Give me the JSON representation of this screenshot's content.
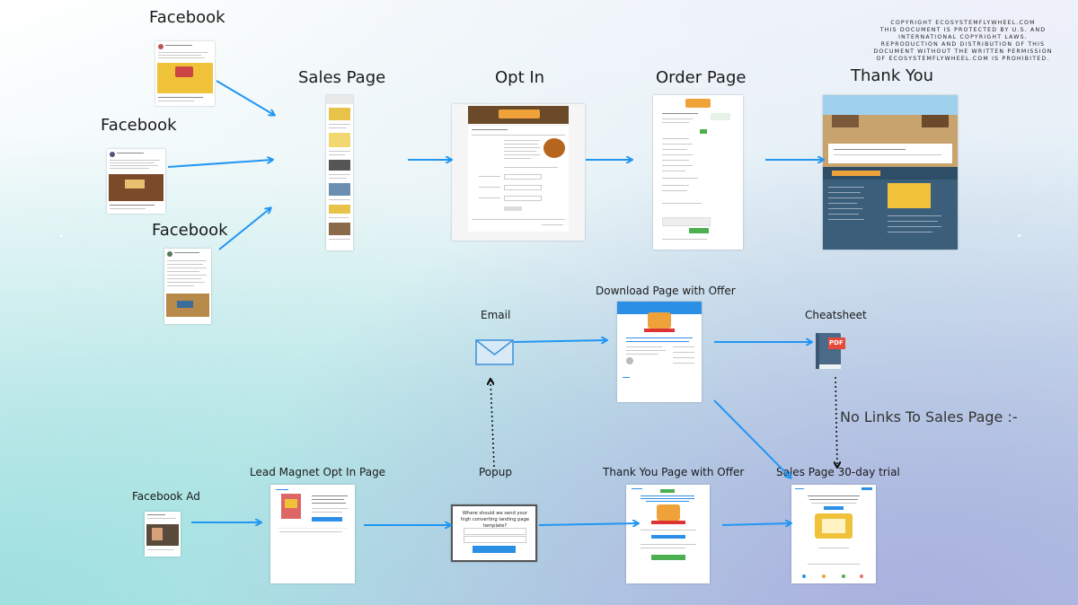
{
  "copyright": [
    "COPYRIGHT ECOSYSTEMFLYWHEEL.COM",
    "THIS DOCUMENT IS PROTECTED BY U.S. AND",
    "INTERNATIONAL COPYRIGHT LAWS.",
    "REPRODUCTION AND DISTRIBUTION OF THIS",
    "DOCUMENT WITHOUT THE WRITTEN PERMISSION",
    "OF ECOSYSTEMFLYWHEEL.COM IS PROHIBITED."
  ],
  "top_flow": {
    "sources": [
      "Facebook",
      "Facebook",
      "Facebook"
    ],
    "sales_page": "Sales Page",
    "opt_in": "Opt In",
    "order_page": "Order Page",
    "thank_you": "Thank You"
  },
  "middle_flow": {
    "email": "Email",
    "download_page": "Download Page with Offer",
    "cheatsheet": "Cheatsheet",
    "pdf_badge": "PDF",
    "note": "No Links To Sales Page :-"
  },
  "bottom_flow": {
    "facebook_ad": "Facebook Ad",
    "lead_magnet": "Lead Magnet Opt In Page",
    "popup": "Popup",
    "popup_question": "Where should we send your high converting landing page template?",
    "thank_you_offer": "Thank You Page with Offer",
    "sales_page_trial": "Sales Page 30-day trial"
  },
  "colors": {
    "arrow": "#2196f3",
    "dotted": "#111111",
    "brand_orange": "#f0a23a",
    "brand_blue": "#2c8fe6"
  }
}
